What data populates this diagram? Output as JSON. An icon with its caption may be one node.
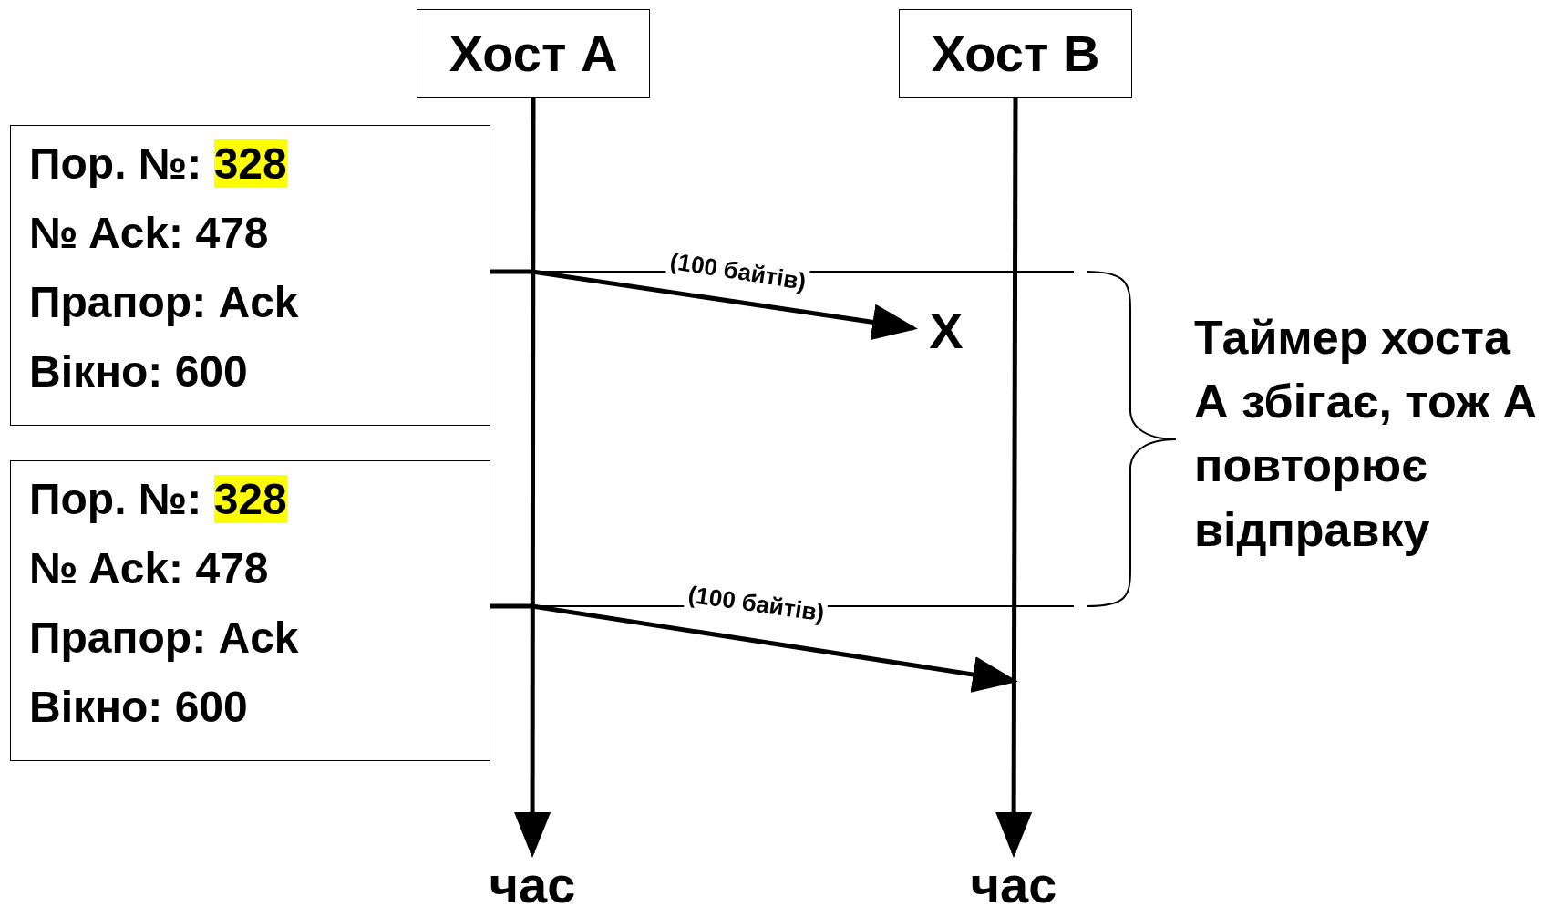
{
  "diagram": {
    "nodes": [
      {
        "text": [
          "Хост А"
        ]
      },
      {
        "text": [
          "Хост В"
        ]
      },
      {
        "text": [
          "Пор. №: 328",
          "№ Ack: 478",
          "Прапор: Ack",
          "Вікно: 600"
        ]
      },
      {
        "text": [
          "Пор. №: 328",
          "№ Ack: 478",
          "Прапор: Ack",
          "Вікно: 600"
        ]
      },
      {
        "text": [
          "X"
        ]
      },
      {
        "text": [
          "час"
        ]
      },
      {
        "text": [
          "час"
        ]
      }
    ],
    "edges": [
      {
        "from": 0,
        "to": 5,
        "arrow": "to"
      },
      {
        "from": 1,
        "to": 6,
        "arrow": "to"
      },
      {
        "from": 2,
        "to": 4,
        "arrow": "to",
        "label": "(100 байтів)"
      },
      {
        "from": 3,
        "to": null,
        "arrow": "to",
        "label": "(100 байтів)"
      }
    ],
    "labels": [
      "Таймер хоста А збігає, тож А повторює відправку"
    ]
  }
}
